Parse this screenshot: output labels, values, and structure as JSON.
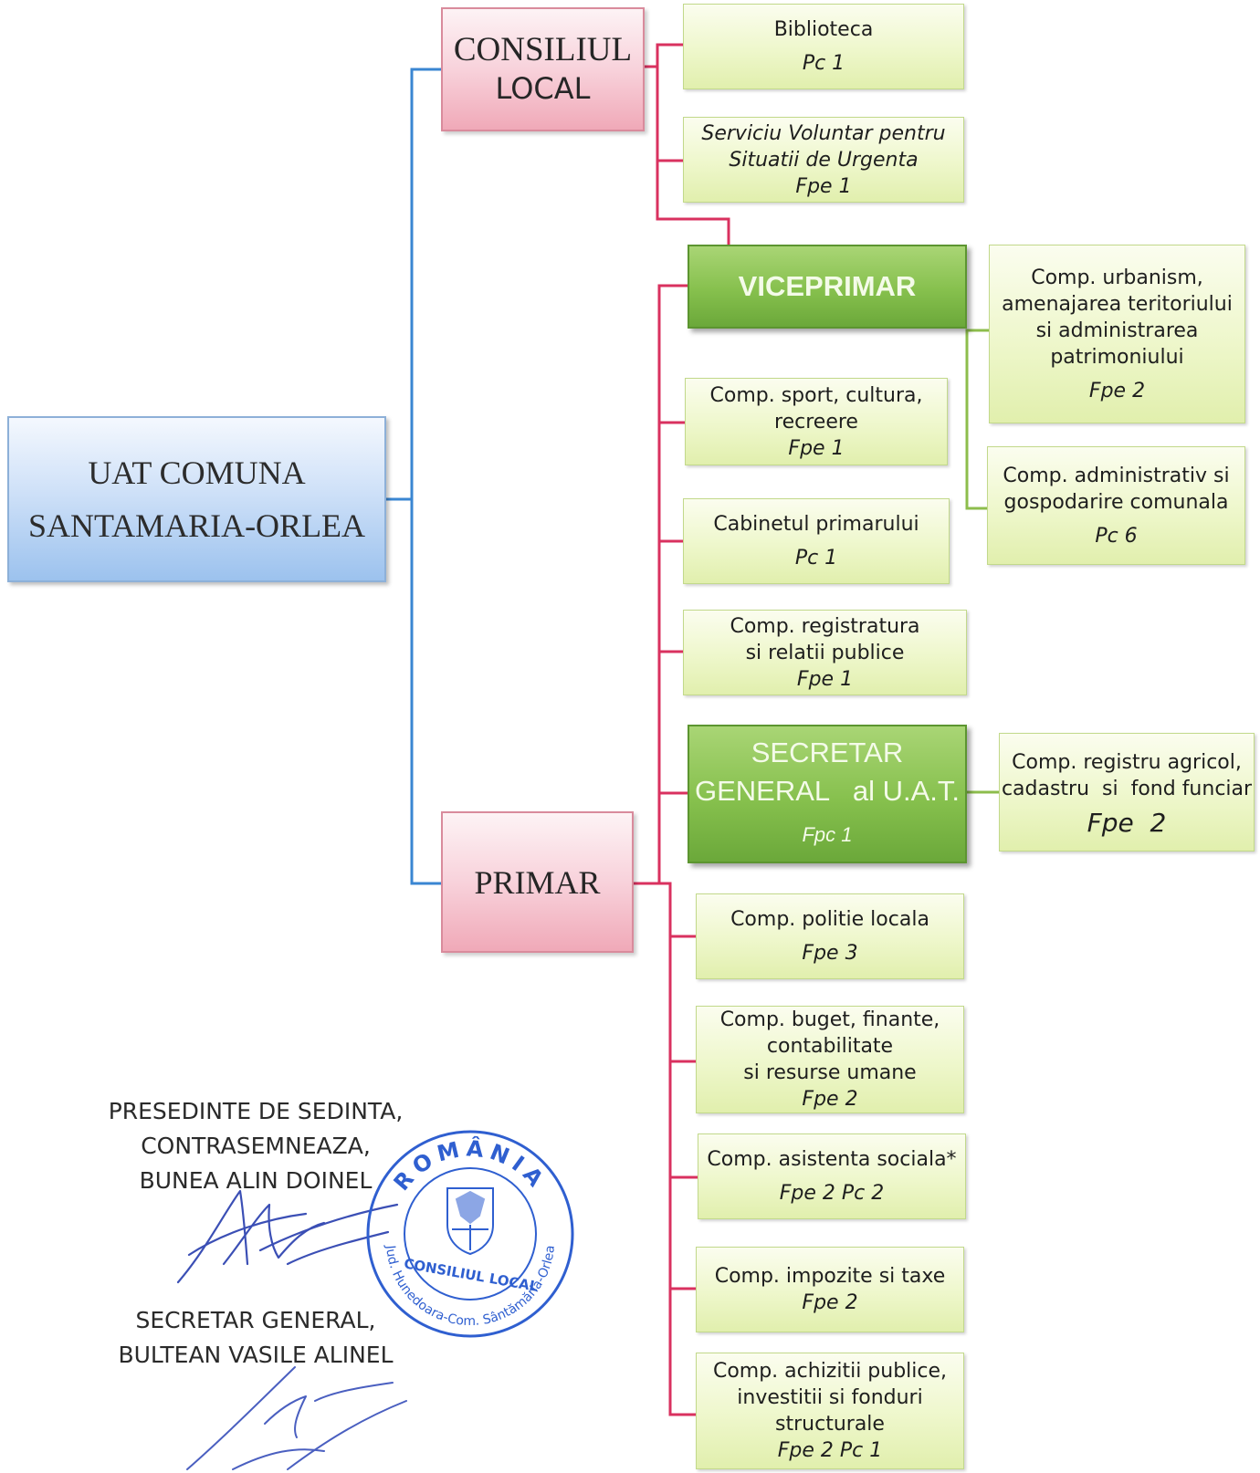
{
  "root": {
    "line1": "UAT COMUNA",
    "line2": "SANTAMARIA-ORLEA"
  },
  "consiliu": {
    "line1": "CONSILIUL",
    "line2": "LOCAL"
  },
  "primar": {
    "label": "PRIMAR"
  },
  "consiliu_children": [
    {
      "lines": [
        "Biblioteca"
      ],
      "code": "Pc 1"
    },
    {
      "lines": [
        "Serviciu Voluntar pentru",
        "Situatii de Urgenta"
      ],
      "code": "Fpe 1"
    }
  ],
  "viceprimar": {
    "label": "VICEPRIMAR",
    "children": [
      {
        "lines": [
          "Comp. urbanism,",
          "amenajarea teritoriului",
          "si administrarea",
          "patrimoniului"
        ],
        "code": "Fpe 2"
      },
      {
        "lines": [
          "Comp. administrativ si",
          "gospodarire comunala"
        ],
        "code": "Pc 6"
      }
    ]
  },
  "primar_children_upper": [
    {
      "lines": [
        "Comp. sport,  cultura,",
        "recreere"
      ],
      "code": "Fpe 1"
    },
    {
      "lines": [
        "Cabinetul primarului"
      ],
      "code": "Pc 1"
    },
    {
      "lines": [
        "Comp. registratura",
        "si relatii publice"
      ],
      "code": "Fpe 1"
    }
  ],
  "secretar": {
    "line1": "SECRETAR",
    "line2": "GENERAL   al U.A.T.",
    "code": "Fpc 1",
    "child": {
      "lines": [
        "Comp. registru agricol,",
        "cadastru  si  fond funciar"
      ],
      "code": "Fpe  2"
    }
  },
  "primar_children_lower": [
    {
      "lines": [
        "Comp. politie locala"
      ],
      "code": "Fpe 3"
    },
    {
      "lines": [
        "Comp. buget, finante,",
        "contabilitate",
        "si resurse umane"
      ],
      "code": "Fpe 2"
    },
    {
      "lines": [
        "Comp. asistenta sociala*"
      ],
      "code": "Fpe 2 Pc 2"
    },
    {
      "lines": [
        "Comp. impozite si taxe"
      ],
      "code": "Fpe 2"
    },
    {
      "lines": [
        "Comp. achizitii publice,",
        "investitii si fonduri",
        "structurale"
      ],
      "code": "Fpe 2 Pc 1"
    }
  ],
  "signatures": {
    "president": [
      "PRESEDINTE DE SEDINTA,",
      "CONTRASEMNEAZA,",
      "BUNEA ALIN DOINEL"
    ],
    "secretary": [
      "SECRETAR GENERAL,",
      "BULTEAN VASILE ALINEL"
    ]
  },
  "stamp": {
    "top_text": "ROMÂNIA",
    "center_text": "CONSILIUL LOCAL",
    "ring_text": "Jud. Hunedoara-Com. Sântămăria-Orlea"
  },
  "colors": {
    "blue_connector": "#3a86d2",
    "pink_connector": "#d9315f",
    "green_connector": "#8dbd4c",
    "stamp_blue": "#2f5fd0"
  }
}
